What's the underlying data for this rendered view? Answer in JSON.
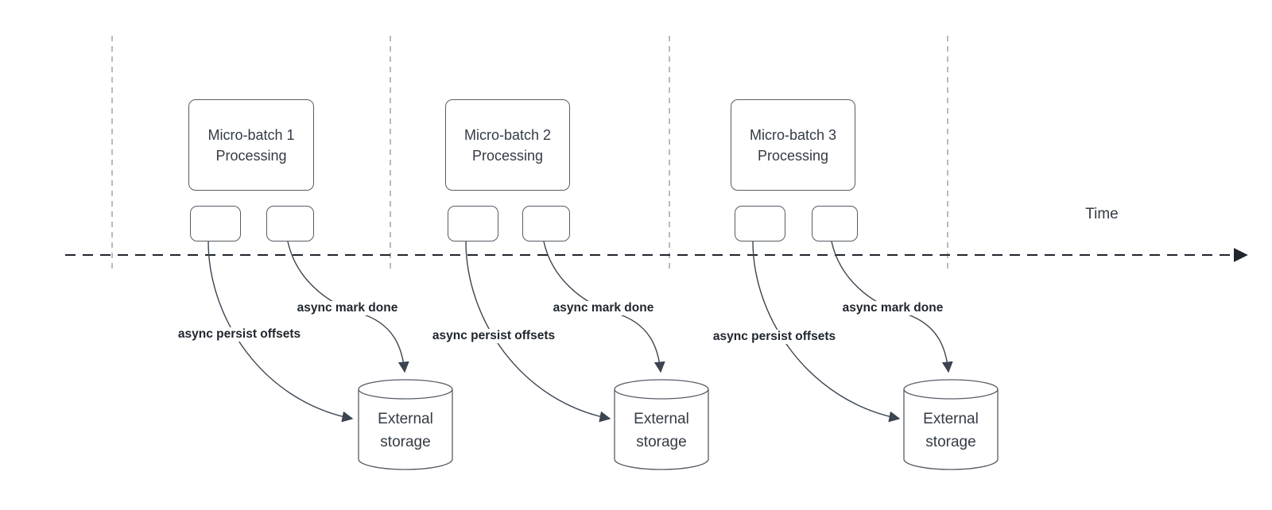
{
  "time_axis": {
    "label": "Time"
  },
  "batches": [
    {
      "box_line1": "Micro-batch 1",
      "box_line2": "Processing",
      "persist_label": "async persist offsets",
      "mark_done_label": "async mark done",
      "storage_line1": "External",
      "storage_line2": "storage"
    },
    {
      "box_line1": "Micro-batch 2",
      "box_line2": "Processing",
      "persist_label": "async persist offsets",
      "mark_done_label": "async mark done",
      "storage_line1": "External",
      "storage_line2": "storage"
    },
    {
      "box_line1": "Micro-batch 3",
      "box_line2": "Processing",
      "persist_label": "async persist offsets",
      "mark_done_label": "async mark done",
      "storage_line1": "External",
      "storage_line2": "storage"
    }
  ],
  "colors": {
    "background": "#ffffff",
    "shape_stroke": "#565d66",
    "shape_text": "#333b45",
    "edge_stroke": "#3b4450",
    "edge_label_text": "#20262e",
    "timeline_stroke": "#20262e",
    "guide_stroke": "#a9a9a9"
  }
}
